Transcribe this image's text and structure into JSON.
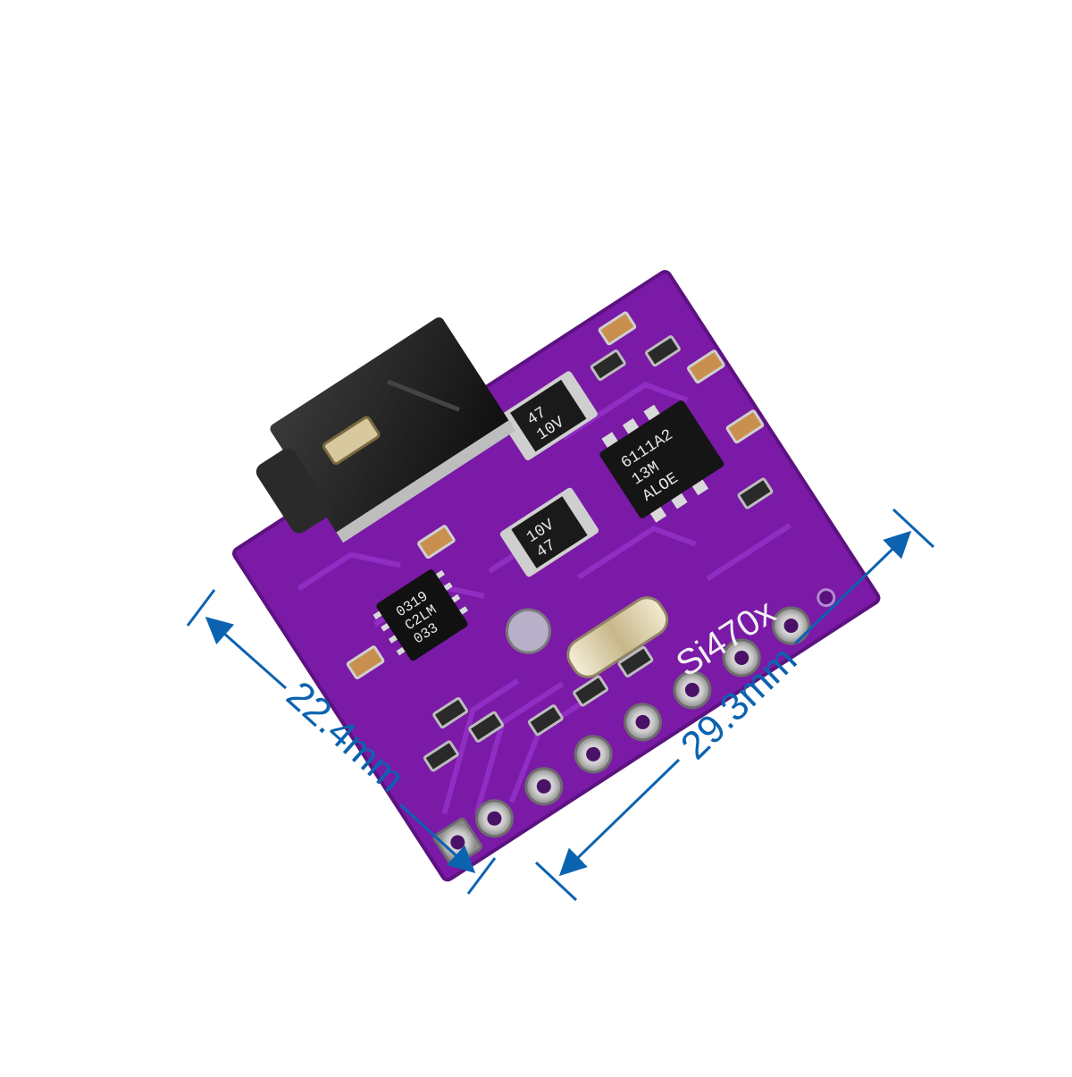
{
  "photo": {
    "subject": "Si470x FM radio breakout board",
    "colors": {
      "background": "#ffffff",
      "pcb": "#7a1aa6",
      "pcb_trace": "#8e2ac0",
      "silkscreen": "#f2f2f2",
      "jack": "#1c1c1c",
      "dimension": "#0b63b0"
    }
  },
  "dimensions": {
    "width_label": "22.4mm",
    "length_label": "29.3mm"
  },
  "silkscreen": {
    "board_label": "Si470x"
  },
  "components": {
    "ic_main": {
      "line1": "0319",
      "line2": "C2LM",
      "line3": "033"
    },
    "cap_right": {
      "line1": "47",
      "line2": "10V"
    },
    "cap_left": {
      "line1": "10V",
      "line2": "47"
    },
    "ic_amp": {
      "line1": "6111A2",
      "line2": "13M",
      "line3": "ALOE"
    }
  }
}
